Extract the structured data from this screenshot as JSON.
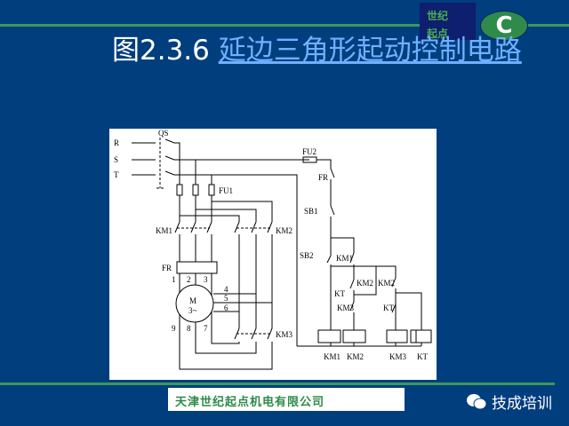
{
  "logo": {
    "line1": "世纪",
    "line2": "起点",
    "badge": "C"
  },
  "title": {
    "number": "图2.3.6 ",
    "text": "延边三角形起动控制电路"
  },
  "diagram": {
    "phases": [
      "R",
      "S",
      "T"
    ],
    "labels": {
      "qs": "QS",
      "fu1": "FU1",
      "fu2": "FU2",
      "km1": "KM1",
      "km2": "KM2",
      "km3": "KM3",
      "fr": "FR",
      "motor_m": "M",
      "motor_phase": "3~",
      "sb1": "SB1",
      "sb2": "SB2",
      "kt": "KT"
    },
    "terminals": [
      "1",
      "2",
      "3",
      "4",
      "5",
      "6",
      "7",
      "8",
      "9"
    ],
    "coils": [
      "KM1",
      "KM2",
      "KM3",
      "KT"
    ]
  },
  "footer": {
    "company": "天津世纪起点机电有限公司",
    "wechat_account": "技成培训"
  },
  "colors": {
    "background": "#003e7e",
    "accent_green": "#3a9a5a",
    "link": "#6fb0ff"
  }
}
